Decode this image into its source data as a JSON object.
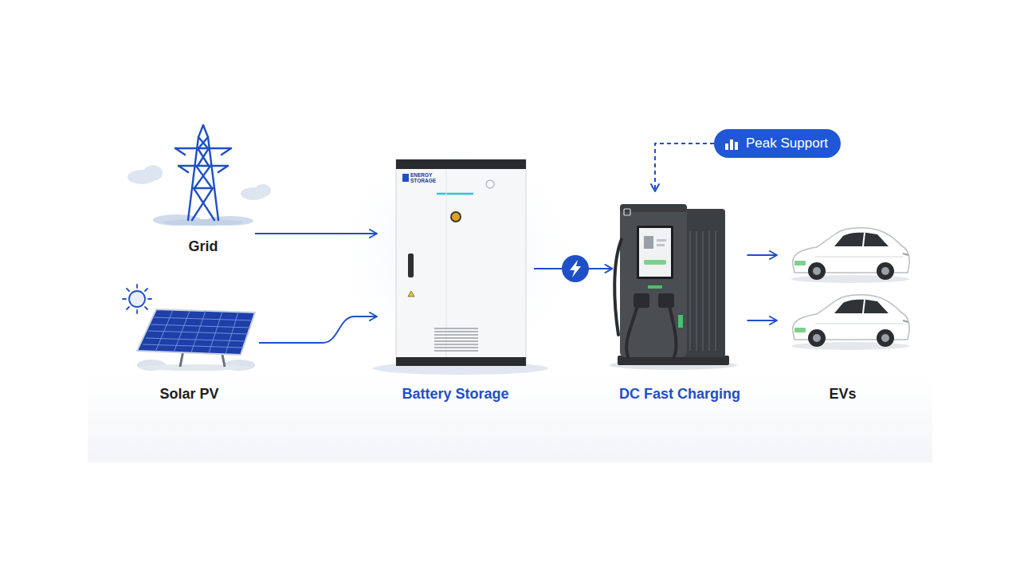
{
  "diagram": {
    "nodes": [
      {
        "text": [
          "Grid"
        ]
      },
      {
        "text": [
          "Solar PV"
        ]
      },
      {
        "text": [
          "Battery Storage"
        ]
      },
      {
        "text": [
          "DC Fast Charging"
        ]
      },
      {
        "text": [
          "EVs"
        ]
      },
      {
        "text": [
          "Peak Support"
        ]
      }
    ],
    "edges": [
      {
        "from": 0,
        "to": 2,
        "arrow": "to"
      },
      {
        "from": 1,
        "to": 2,
        "arrow": "to"
      },
      {
        "from": 2,
        "to": 3,
        "arrow": "to"
      },
      {
        "from": 3,
        "to": 4,
        "arrow": "to"
      },
      {
        "from": 3,
        "to": 4,
        "arrow": "to"
      },
      {
        "from": 5,
        "to": 3,
        "arrow": "to"
      }
    ],
    "labels": [
      "ENERGY STORAGE"
    ]
  }
}
